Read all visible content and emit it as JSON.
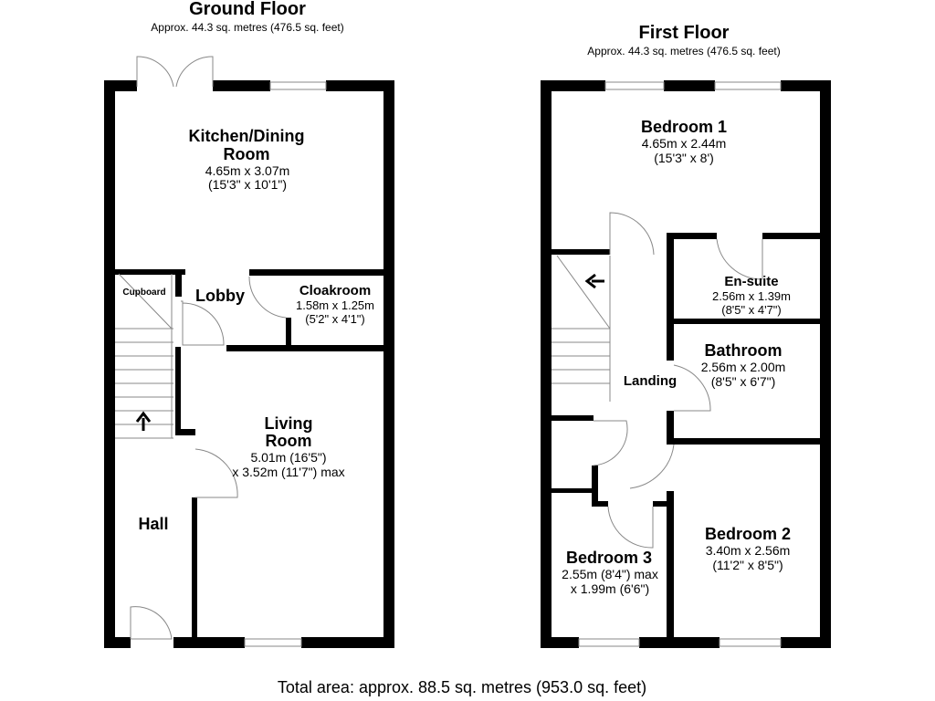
{
  "ground_floor": {
    "title": "Ground Floor",
    "area": "Approx. 44.3 sq. metres (476.5 sq. feet)",
    "rooms": {
      "kitchen": {
        "name1": "Kitchen/Dining",
        "name2": "Room",
        "dim_m": "4.65m x 3.07m",
        "dim_ft": "(15'3\" x 10'1\")"
      },
      "cupboard": {
        "name": "Cupboard"
      },
      "lobby": {
        "name": "Lobby"
      },
      "cloakroom": {
        "name": "Cloakroom",
        "dim_m": "1.58m x 1.25m",
        "dim_ft": "(5'2\" x 4'1\")"
      },
      "living": {
        "name1": "Living",
        "name2": "Room",
        "dim1": "5.01m (16'5\")",
        "dim2": "x 3.52m (11'7\") max"
      },
      "hall": {
        "name": "Hall"
      }
    }
  },
  "first_floor": {
    "title": "First Floor",
    "area": "Approx. 44.3 sq. metres (476.5 sq. feet)",
    "rooms": {
      "bedroom1": {
        "name": "Bedroom 1",
        "dim_m": "4.65m x 2.44m",
        "dim_ft": "(15'3\" x 8')"
      },
      "ensuite": {
        "name": "En-suite",
        "dim_m": "2.56m x 1.39m",
        "dim_ft": "(8'5\" x 4'7\")"
      },
      "bathroom": {
        "name": "Bathroom",
        "dim_m": "2.56m x 2.00m",
        "dim_ft": "(8'5\" x 6'7\")"
      },
      "landing": {
        "name": "Landing"
      },
      "bedroom2": {
        "name": "Bedroom 2",
        "dim_m": "3.40m x 2.56m",
        "dim_ft": "(11'2\" x 8'5\")"
      },
      "bedroom3": {
        "name": "Bedroom 3",
        "dim1": "2.55m (8'4\") max",
        "dim2": "x 1.99m (6'6\")"
      }
    }
  },
  "total_area": "Total area: approx. 88.5 sq. metres (953.0 sq. feet)",
  "colors": {
    "wall": "#000000",
    "background": "#ffffff",
    "fixture": "#888888"
  }
}
